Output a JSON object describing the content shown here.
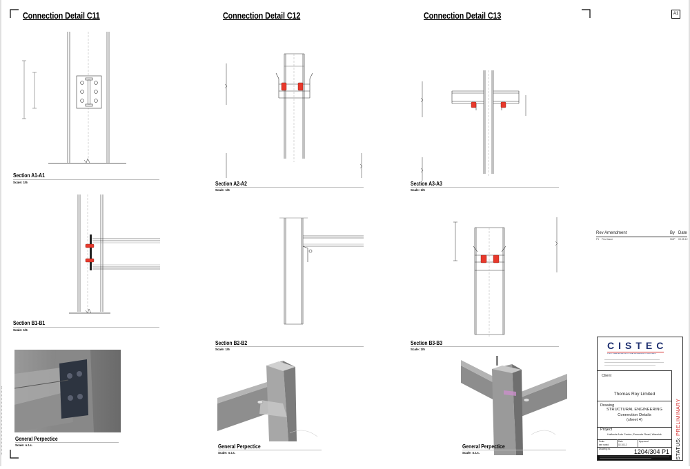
{
  "sheet_size_label": "A1",
  "details": [
    {
      "title": "Connection Detail C11",
      "views": [
        {
          "title": "Section A1-A1",
          "scale": "Scale: 1/5"
        },
        {
          "title": "Section B1-B1",
          "scale": "Scale: 1/5"
        },
        {
          "title": "General Perpectice",
          "scale": "Scale: n.t.s."
        }
      ]
    },
    {
      "title": "Connection Detail C12",
      "views": [
        {
          "title": "Section A2-A2",
          "scale": "Scale: 1/5"
        },
        {
          "title": "Section B2-B2",
          "scale": "Scale: 1/5"
        },
        {
          "title": "General Perpectice",
          "scale": "Scale: n.t.s."
        }
      ]
    },
    {
      "title": "Connection Detail C13",
      "views": [
        {
          "title": "Section A3-A3",
          "scale": "Scale: 1/5"
        },
        {
          "title": "Section B3-B3",
          "scale": "Scale: 1/5"
        },
        {
          "title": "General Perpectice",
          "scale": "Scale: n.t.s."
        }
      ]
    }
  ],
  "revisions": {
    "headers": {
      "rev_amendment": "Rev Amendment",
      "by": "By",
      "date": "Date"
    },
    "rows": [
      {
        "rev": "P1",
        "amendment": "First Issue",
        "by": "SMP",
        "date": "09.05.12"
      }
    ]
  },
  "title_block": {
    "logo_text": "CISTEC",
    "logo_tagline": "STRUCTURAL AND ARCHITECTURAL ENGINEERING CONSULTANTS",
    "client_label": "Client",
    "client_name": "Thomas Roy Limited",
    "drawing_label": "Drawing",
    "drawing_lines": [
      "STRUCTURAL ENGINEERING",
      "Connection Details",
      "(sheet 4)"
    ],
    "project_label": "Project",
    "project_name": "Halfords Auto Centre, Emscote Road, Warwick",
    "scale_label": "Scale",
    "scale_value": "see noted",
    "date_label": "Date",
    "date_value": "02.10.12",
    "approved_label": "Approved",
    "drawing_no_label": "Drawing no.",
    "drawing_no": "1204/304",
    "revision": "P1",
    "status_label": "STATUS:",
    "status_value": "PRELIMINARY"
  },
  "colors": {
    "accent": "#e8392c",
    "logo_blue": "#1d2f6f",
    "logo_red": "#d42a2a",
    "status_red": "#d42a2a",
    "steel": "#6e6e6e"
  }
}
